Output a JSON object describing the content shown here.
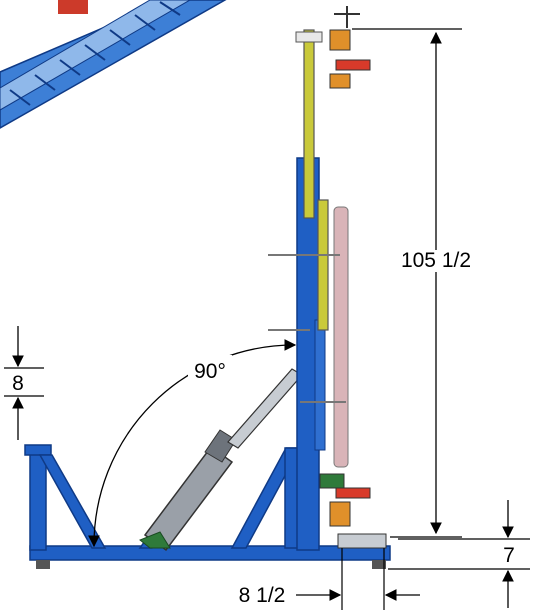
{
  "dimensions": {
    "height_total": "105 1/2",
    "angle": "90°",
    "clearance_left": "8",
    "base_height": "7",
    "base_offset": "8 1/2"
  },
  "colors": {
    "frame_blue": "#1f5fc4",
    "frame_blue_dark": "#0f3a86",
    "mast_yellow": "#c9c93a",
    "panel_pink": "#d9b4b8",
    "cylinder_gray": "#9aa0a8",
    "clamp_red": "#d83a2a",
    "clamp_orange": "#e0902a",
    "conveyor_blue": "#3d7fd6"
  }
}
